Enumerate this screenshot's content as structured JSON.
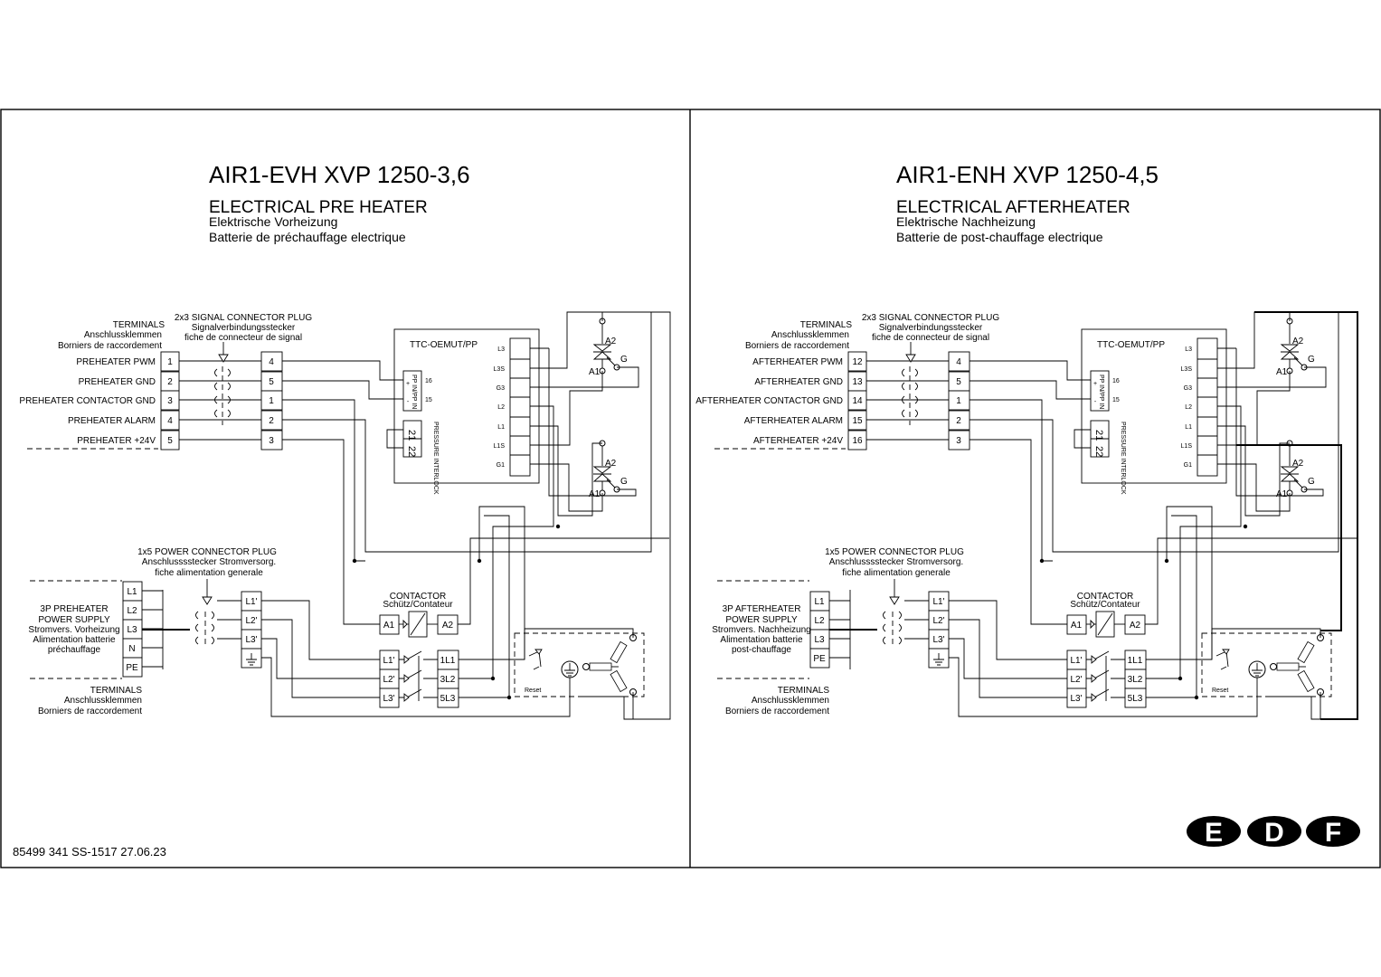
{
  "doc_ref": "85499 341   SS-1517   27.06.23",
  "language_badges": [
    "E",
    "D",
    "F"
  ],
  "common": {
    "signal_plug_title": "2x3 SIGNAL CONNECTOR PLUG",
    "signal_plug_de": "Signalverbindungsstecker",
    "signal_plug_fr": "fiche de connecteur de signal",
    "terminals_title": "TERMINALS",
    "terminals_de": "Anschlussklemmen",
    "terminals_fr": "Borniers de raccordement",
    "plug_pins": [
      "4",
      "5",
      "1",
      "2",
      "3"
    ],
    "controller_name": "TTC-OEMUT/PP",
    "controller_terms": [
      "L3",
      "L3S",
      "G3",
      "L2",
      "L1",
      "L1S",
      "G1"
    ],
    "pp_in_label": "PP IN/PP IN",
    "pp_plus": "+",
    "pp_minus": "-",
    "pp_16": "16",
    "pp_15": "15",
    "interlock_21": "21",
    "interlock_22": "22",
    "interlock_label": "PRESSURE INTERLOCK",
    "triac_a2": "A2",
    "triac_a1": "A1",
    "triac_g": "G",
    "power_plug_title": "1x5 POWER CONNECTOR PLUG",
    "power_plug_de": "Anschlusssstecker Stromversorg.",
    "power_plug_fr": "fiche alimentation generale",
    "supply_terms": [
      "L1",
      "L2",
      "L3",
      "N",
      "PE"
    ],
    "supply_terms_after": [
      "L1",
      "L2",
      "L3",
      "PE"
    ],
    "plug_power_pins": [
      "L1'",
      "L2'",
      "L3'"
    ],
    "contactor_title": "CONTACTOR",
    "contactor_sub": "Schütz/Contateur",
    "coil_a1": "A1",
    "coil_a2": "A2",
    "contact_in": [
      "L1'",
      "L2'",
      "L3'"
    ],
    "contact_out": [
      "1L1",
      "3L2",
      "5L3"
    ],
    "reset_label": "Reset"
  },
  "panels": [
    {
      "model": "AIR1-EVH XVP 1250-3,6",
      "title_en": "ELECTRICAL PRE HEATER",
      "title_de": "Elektrische Vorheizung",
      "title_fr": "Batterie de préchauffage electrique",
      "signal_labels": [
        "PREHEATER PWM",
        "PREHEATER GND",
        "PREHEATER CONTACTOR GND",
        "PREHEATER ALARM",
        "PREHEATER +24V"
      ],
      "terminal_numbers": [
        "1",
        "2",
        "3",
        "4",
        "5"
      ],
      "supply_l1": "3P PREHEATER",
      "supply_l2": "POWER SUPPLY",
      "supply_l3": "Stromvers. Vorheizung",
      "supply_l4": "Alimentation batterie",
      "supply_l5": "préchauffage"
    },
    {
      "model": "AIR1-ENH XVP 1250-4,5",
      "title_en": "ELECTRICAL AFTERHEATER",
      "title_de": "Elektrische Nachheizung",
      "title_fr": "Batterie de post-chauffage electrique",
      "signal_labels": [
        "AFTERHEATER PWM",
        "AFTERHEATER GND",
        "AFTERHEATER CONTACTOR GND",
        "AFTERHEATER ALARM",
        "AFTERHEATER +24V"
      ],
      "terminal_numbers": [
        "12",
        "13",
        "14",
        "15",
        "16"
      ],
      "supply_l1": "3P AFTERHEATER",
      "supply_l2": "POWER SUPPLY",
      "supply_l3": "Stromvers. Nachheizung",
      "supply_l4": "Alimentation batterie",
      "supply_l5": "post-chauffage"
    }
  ]
}
